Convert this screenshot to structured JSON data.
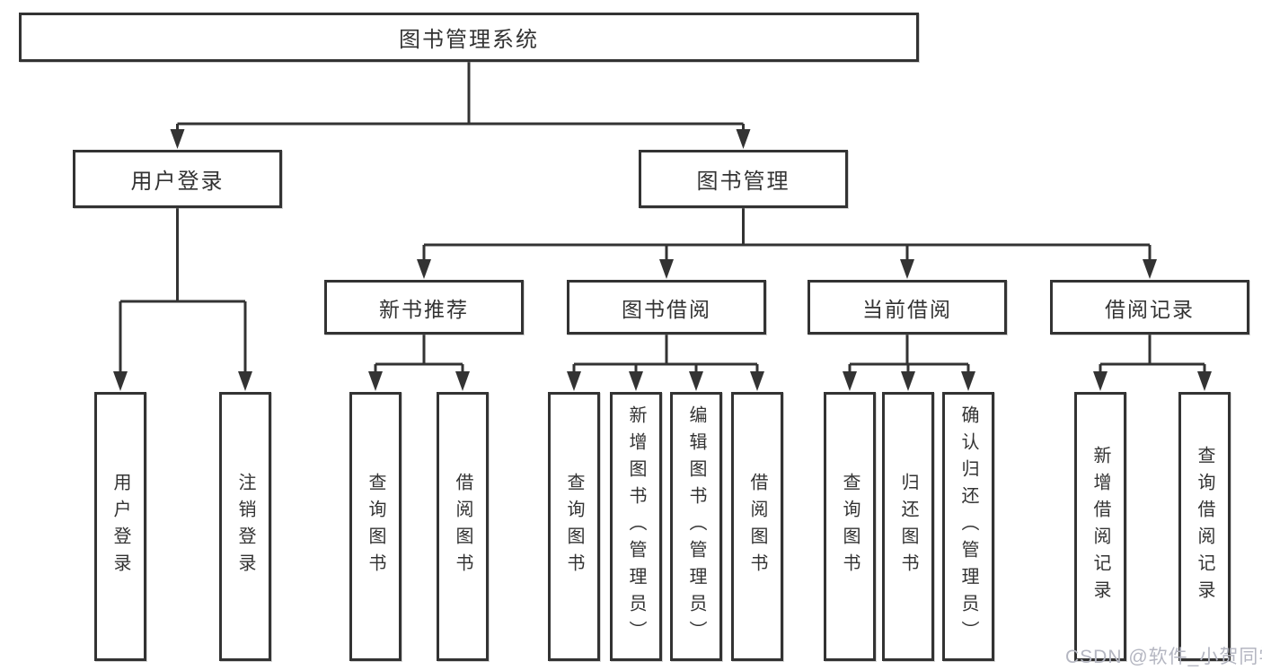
{
  "diagram": {
    "root": "图书管理系统",
    "branches": [
      {
        "label": "用户登录",
        "leaves": [
          "用户登录",
          "注销登录"
        ]
      },
      {
        "label": "图书管理",
        "groups": [
          {
            "label": "新书推荐",
            "leaves": [
              "查询图书",
              "借阅图书"
            ]
          },
          {
            "label": "图书借阅",
            "leaves": [
              "查询图书",
              "新增图书（管理员）",
              "编辑图书（管理员）",
              "借阅图书"
            ]
          },
          {
            "label": "当前借阅",
            "leaves": [
              "查询图书",
              "归还图书",
              "确认归还（管理员）"
            ]
          },
          {
            "label": "借阅记录",
            "leaves": [
              "新增借阅记录",
              "查询借阅记录"
            ]
          }
        ]
      }
    ]
  },
  "watermark": "CSDN @软件_小贺同学",
  "colors": {
    "line": "#333333",
    "box_border": "#333333",
    "text": "#333333",
    "watermark": "#b4b6c1",
    "background": "#ffffff"
  }
}
